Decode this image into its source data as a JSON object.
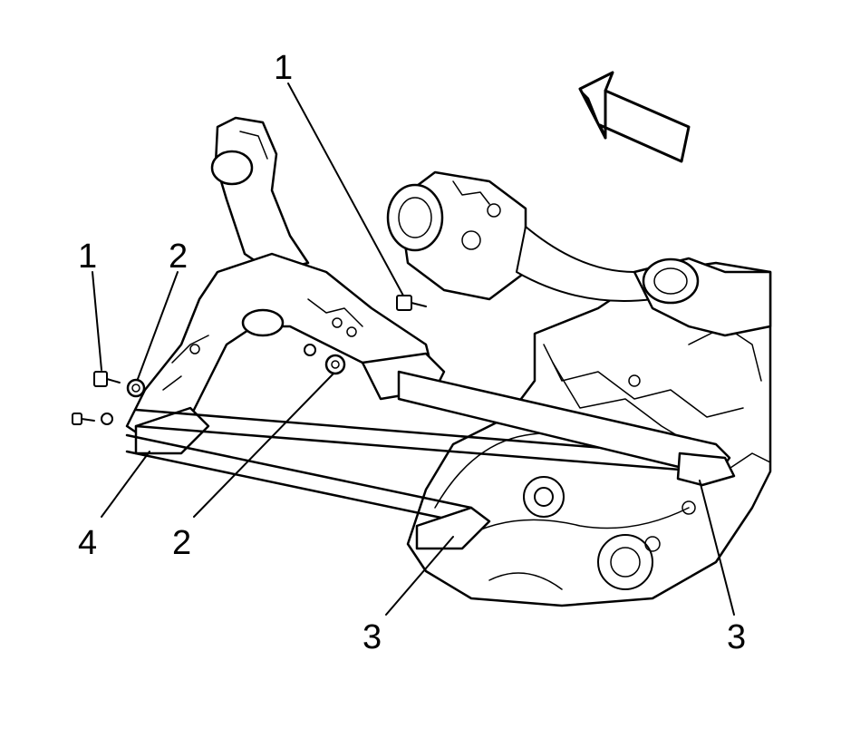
{
  "callouts": {
    "c1_top": "1",
    "c1_left": "1",
    "c2_top": "2",
    "c2_bottom": "2",
    "c3_left": "3",
    "c3_right": "3",
    "c4": "4"
  },
  "colors": {
    "ink": "#000000",
    "paper": "#ffffff"
  },
  "icons": {
    "direction": "front-direction-arrow-icon"
  }
}
